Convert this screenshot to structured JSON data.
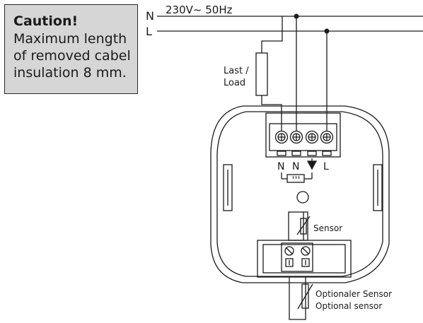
{
  "caution": {
    "title": "Caution!",
    "lines": [
      "Maximum length",
      "of removed cabel",
      "insulation 8 mm."
    ]
  },
  "supply": {
    "label": "230V~ 50Hz",
    "neutral": "N",
    "live": "L"
  },
  "load": {
    "label_line1": "Last /",
    "label_line2": "Load"
  },
  "terminals": {
    "t1": "N",
    "t2": "N",
    "t4": "L"
  },
  "sensor": {
    "label": "Sensor"
  },
  "optional_sensor": {
    "label_de": "Optionaler Sensor",
    "label_en": "Optional sensor"
  },
  "colors": {
    "line": "#1a1a1a",
    "box_fill": "#d6d6d6"
  }
}
